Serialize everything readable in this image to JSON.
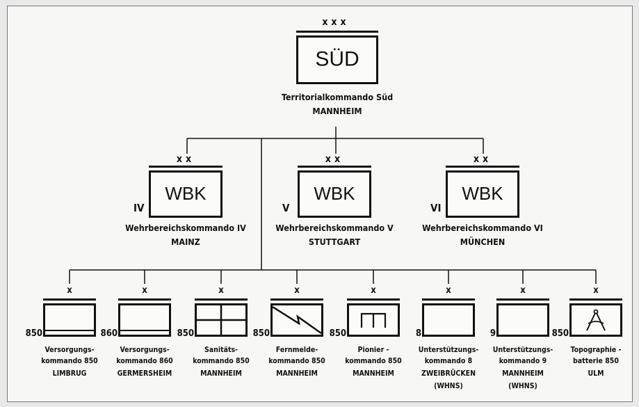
{
  "top": {
    "echelon": "xxx",
    "box_label": "SÜD",
    "name": "Territorialkommando Süd",
    "location": "MANNHEIM"
  },
  "wbk": [
    {
      "echelon": "xx",
      "roman": "IV",
      "box_label": "WBK",
      "name": "Wehrbereichskommando IV",
      "location": "MAINZ"
    },
    {
      "echelon": "xx",
      "roman": "V",
      "box_label": "WBK",
      "name": "Wehrbereichskommando V",
      "location": "STUTTGART"
    },
    {
      "echelon": "xx",
      "roman": "VI",
      "box_label": "WBK",
      "name": "Wehrbereichskommando VI",
      "location": "MÜNCHEN"
    }
  ],
  "units": [
    {
      "echelon": "x",
      "number": "850",
      "symbol": "supply-icon",
      "line1": "Versorgungs-",
      "line2": "kommando 850",
      "line3": "LIMBRUG",
      "line4": ""
    },
    {
      "echelon": "x",
      "number": "860",
      "symbol": "supply-icon",
      "line1": "Versorgungs-",
      "line2": "kommando 860",
      "line3": "GERMERSHEIM",
      "line4": ""
    },
    {
      "echelon": "x",
      "number": "850",
      "symbol": "medical-cross-icon",
      "line1": "Sanitäts-",
      "line2": "kommando 850",
      "line3": "MANNHEIM",
      "line4": ""
    },
    {
      "echelon": "x",
      "number": "850",
      "symbol": "signal-lightning-icon",
      "line1": "Fernmelde-",
      "line2": "kommando 850",
      "line3": "MANNHEIM",
      "line4": ""
    },
    {
      "echelon": "x",
      "number": "850",
      "symbol": "engineer-icon",
      "line1": "Pionier -",
      "line2": "kommando 850",
      "line3": "MANNHEIM",
      "line4": ""
    },
    {
      "echelon": "x",
      "number": "8",
      "symbol": "support-icon",
      "line1": "Unterstützungs-",
      "line2": "kommando 8",
      "line3": "ZWEIBRÜCKEN",
      "line4": "(WHNS)"
    },
    {
      "echelon": "x",
      "number": "9",
      "symbol": "support-icon",
      "line1": "Unterstützungs-",
      "line2": "kommando 9",
      "line3": "MANNHEIM",
      "line4": "(WHNS)"
    },
    {
      "echelon": "x",
      "number": "850",
      "symbol": "topography-compass-icon",
      "line1": "Topographie -",
      "line2": "batterie 850",
      "line3": "ULM",
      "line4": ""
    }
  ]
}
